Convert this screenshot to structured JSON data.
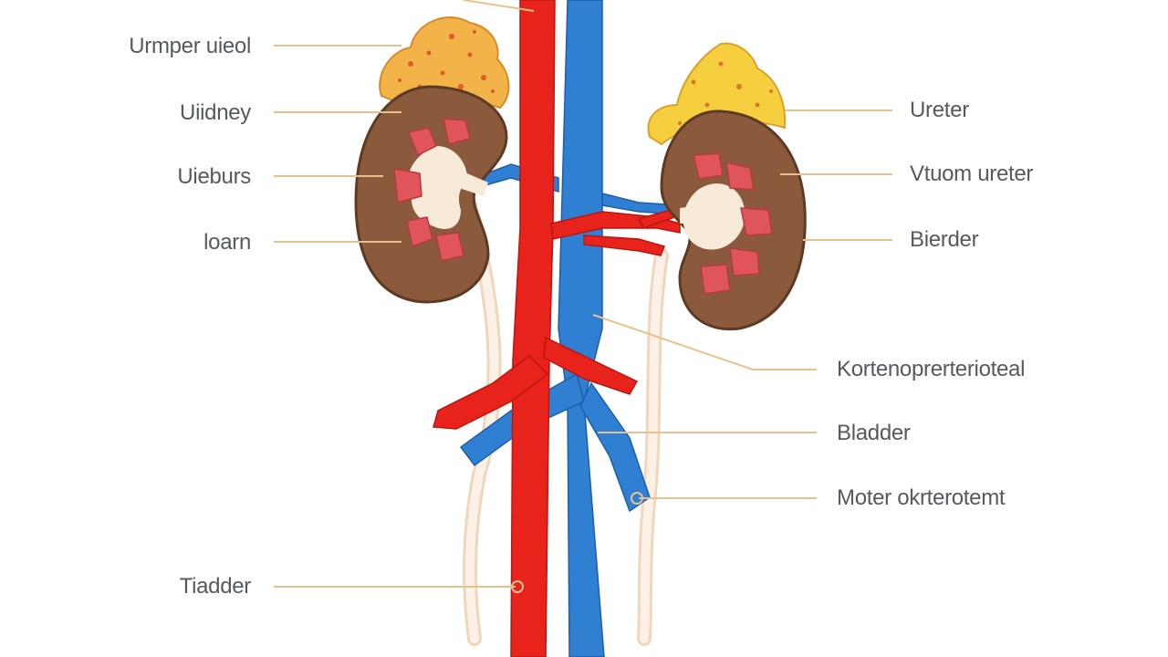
{
  "labels": {
    "left": [
      "Urmper uieol",
      "Uiidney",
      "Uieburs",
      "loarn",
      "Tiadder"
    ],
    "right": [
      "Ureter",
      "Vtuom ureter",
      "Bierder",
      "Kortenoprerterioteal",
      "Bladder",
      "Moter okrterotemt"
    ]
  },
  "colors": {
    "artery": "#e8231c",
    "vein": "#2f7fd3",
    "kidney": "#8b5a3c",
    "kidney_edge": "#5e3a24",
    "pelvis": "#f7ead9",
    "pyramid": "#e0555a",
    "adrenal_left": "#f2b449",
    "adrenal_right": "#f5cf3e",
    "ureter": "#f3dcc6",
    "leader": "#e8c79a",
    "text": "#555a5e"
  }
}
